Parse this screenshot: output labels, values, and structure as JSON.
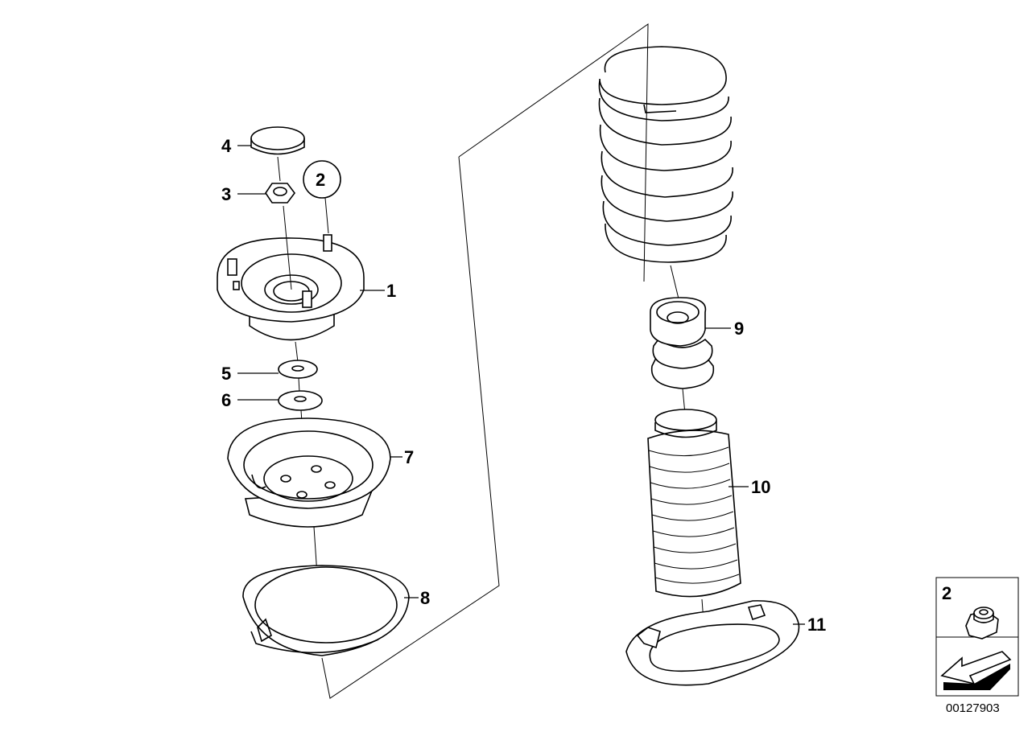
{
  "callouts": {
    "c1": "1",
    "c2": "2",
    "c3": "3",
    "c4": "4",
    "c5": "5",
    "c6": "6",
    "c7": "7",
    "c8": "8",
    "c9": "9",
    "c10": "10",
    "c11": "11"
  },
  "legend": {
    "number": "2"
  },
  "diagram_code": "00127903"
}
